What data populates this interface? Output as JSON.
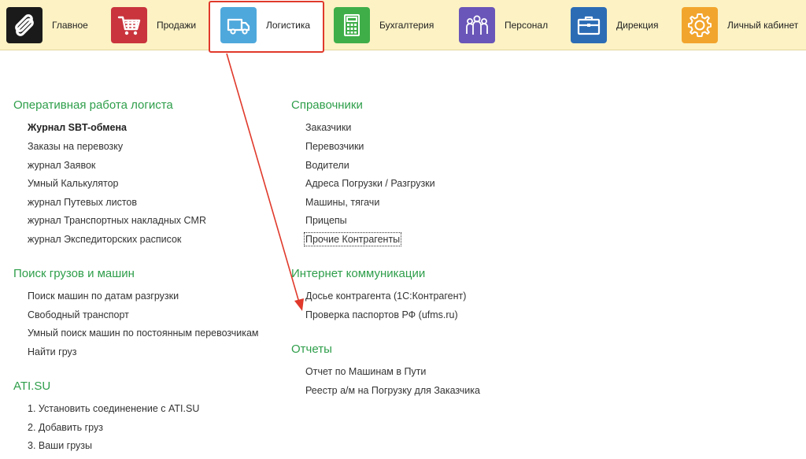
{
  "nav": {
    "items": [
      {
        "label": "Главное",
        "icon": "app-logo-icon",
        "color": "#1a1a1a"
      },
      {
        "label": "Продажи",
        "icon": "shopping-cart-icon",
        "color": "#c9343d"
      },
      {
        "label": "Логистика",
        "icon": "truck-icon",
        "color": "#4fa8dc",
        "active": true
      },
      {
        "label": "Бухгалтерия",
        "icon": "calculator-icon",
        "color": "#3fae49"
      },
      {
        "label": "Персонал",
        "icon": "people-icon",
        "color": "#6a56b8"
      },
      {
        "label": "Дирекция",
        "icon": "briefcase-icon",
        "color": "#2c6cb5"
      },
      {
        "label": "Личный кабинет",
        "icon": "gear-icon",
        "color": "#f2a52d"
      }
    ]
  },
  "left_column": {
    "sections": [
      {
        "title": "Оперативная работа логиста",
        "items": [
          "Журнал SBT-обмена",
          "Заказы на перевозку",
          "журнал Заявок",
          "Умный Калькулятор",
          "журнал Путевых листов",
          "журнал Транспортных накладных CMR",
          "журнал Экспедиторских расписок"
        ]
      },
      {
        "title": "Поиск грузов и машин",
        "items": [
          "Поиск машин по датам разгрузки",
          "Свободный транспорт",
          "Умный поиск машин по постоянным перевозчикам",
          "Найти груз"
        ]
      },
      {
        "title": "ATI.SU",
        "items": [
          "1. Установить соединенение с ATI.SU",
          "2. Добавить груз",
          "3. Ваши грузы"
        ]
      }
    ]
  },
  "right_column": {
    "sections": [
      {
        "title": "Справочники",
        "items": [
          "Заказчики",
          "Перевозчики",
          "Водители",
          "Адреса Погрузки / Разгрузки",
          "Машины, тягачи",
          "Прицепы",
          "Прочие Контрагенты"
        ]
      },
      {
        "title": "Интернет коммуникации",
        "items": [
          "Досье контрагента (1С:Контрагент)",
          "Проверка паспортов РФ (ufms.ru)"
        ]
      },
      {
        "title": "Отчеты",
        "items": [
          "Отчет по Машинам в Пути",
          "Реестр а/м на Погрузку для Заказчика"
        ]
      }
    ]
  },
  "annotation": {
    "color": "#e0392b"
  }
}
